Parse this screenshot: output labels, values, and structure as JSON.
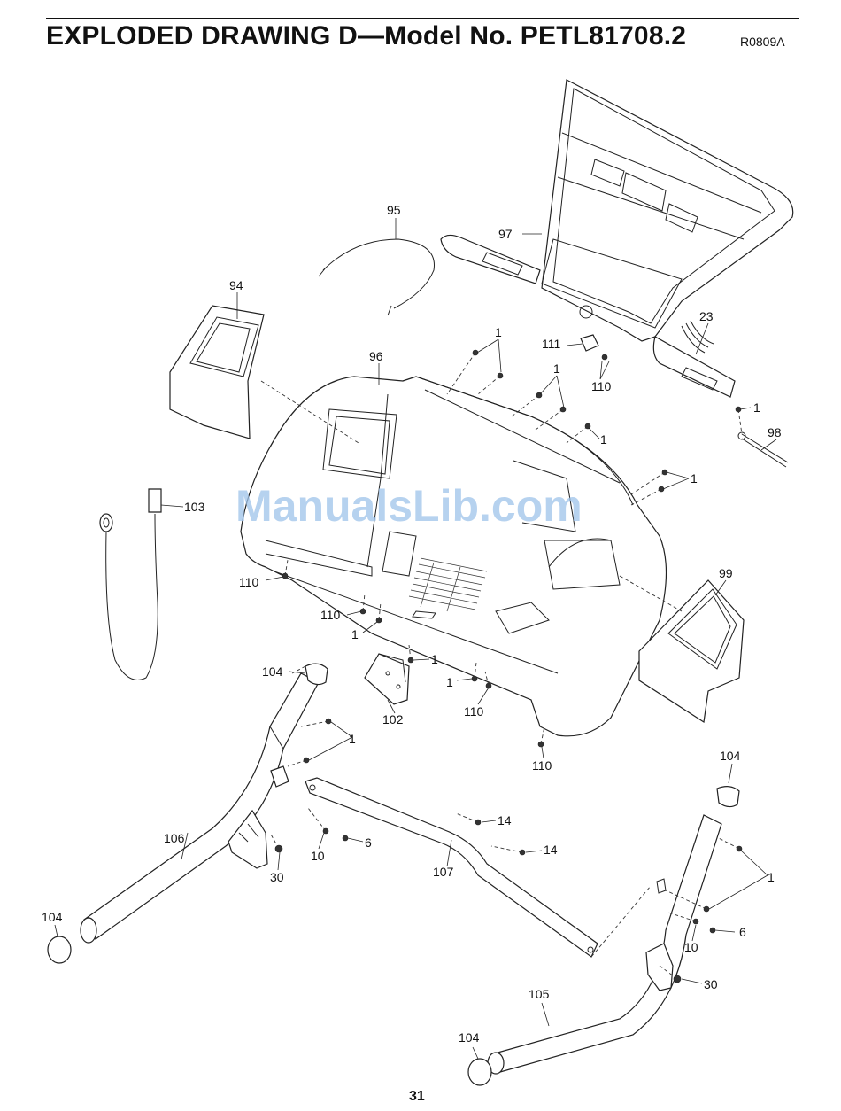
{
  "header": {
    "title": "EXPLODED DRAWING D—Model No. PETL81708.2",
    "code": "R0809A"
  },
  "watermark": "ManualsLib.com",
  "page_number": "31",
  "callouts": {
    "c95": "95",
    "c97": "97",
    "c94": "94",
    "c23": "23",
    "c111": "111",
    "c110a": "110",
    "c1a": "1",
    "c1b": "1",
    "c1c": "1",
    "c1d": "1",
    "c96": "96",
    "c98": "98",
    "c1e": "1",
    "c103": "103",
    "c99": "99",
    "c110b": "110",
    "c110c": "110",
    "c1f": "1",
    "c1g": "1",
    "c1h": "1",
    "c110d": "110",
    "c102": "102",
    "c104a": "104",
    "c1i": "1",
    "c110e": "110",
    "c104b": "104",
    "c106": "106",
    "c30a": "30",
    "c10a": "10",
    "c6a": "6",
    "c14a": "14",
    "c14b": "14",
    "c107": "107",
    "c1j": "1",
    "c104c": "104",
    "c6b": "6",
    "c10b": "10",
    "c30b": "30",
    "c105": "105",
    "c104d": "104"
  }
}
